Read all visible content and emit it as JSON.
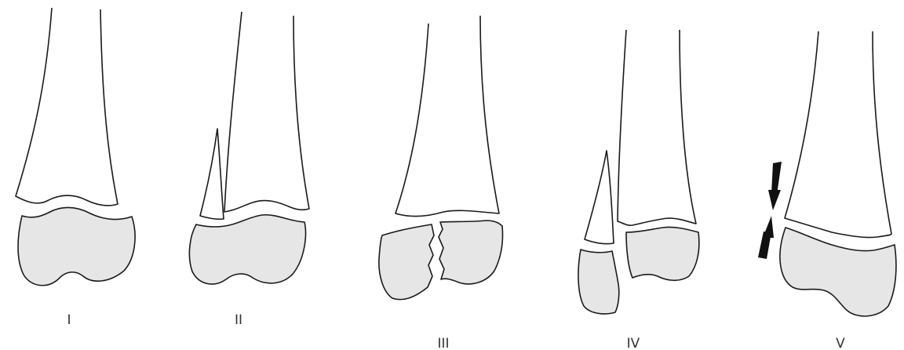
{
  "figure": {
    "labels": [
      "I",
      "II",
      "III",
      "IV",
      "V"
    ]
  },
  "colors": {
    "epiphysis_fill": "#e6e6e6",
    "outline": "#1a1a1a",
    "arrow": "#111111"
  }
}
